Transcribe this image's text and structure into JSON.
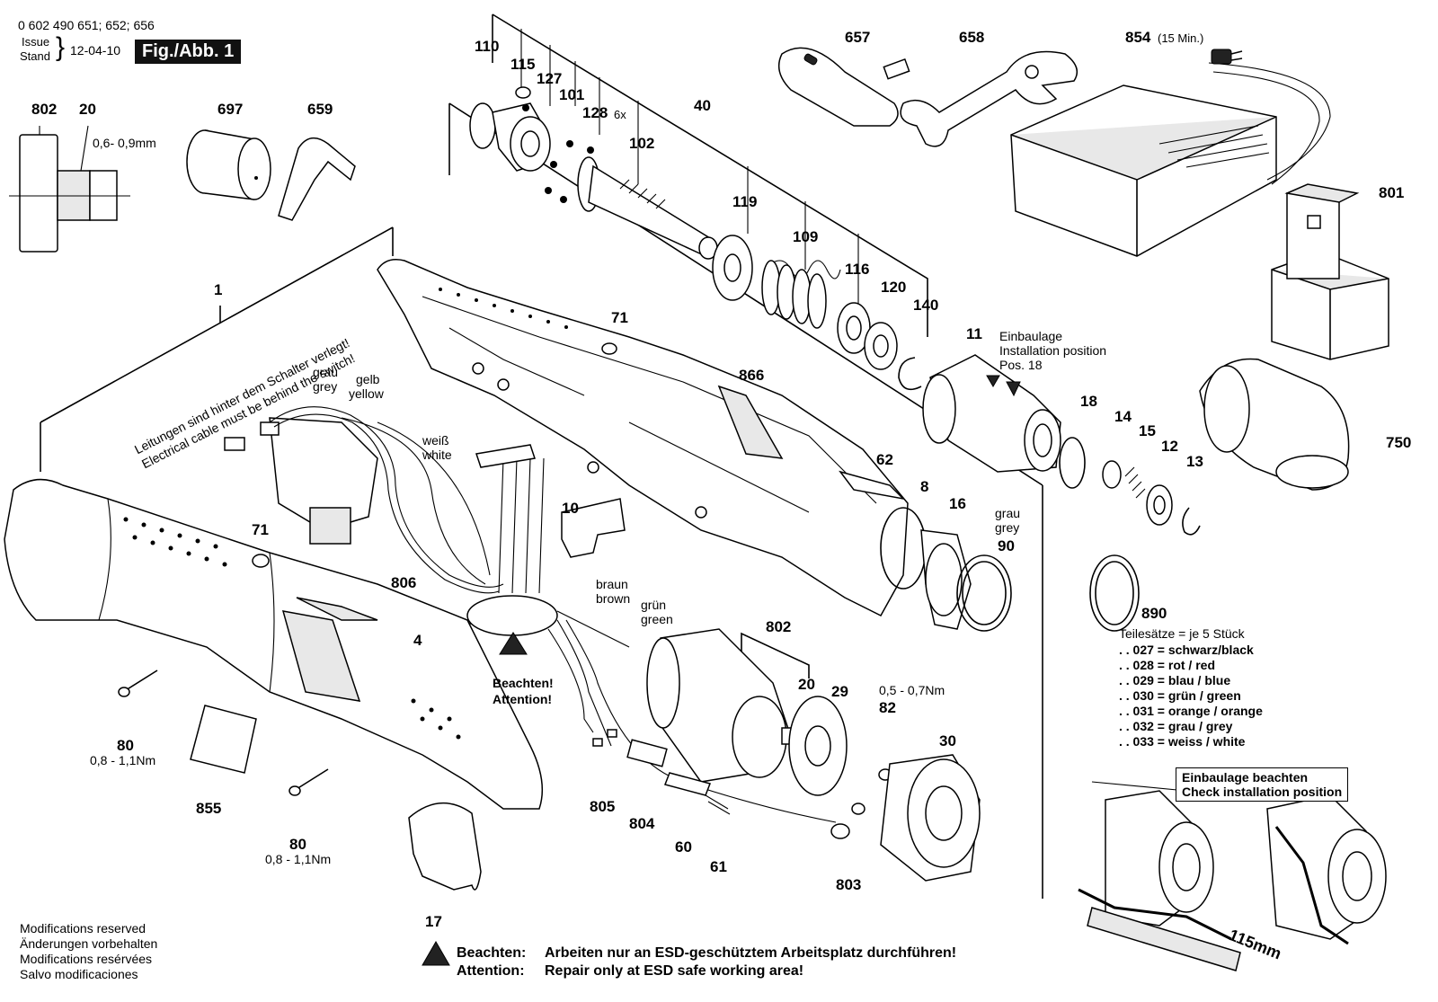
{
  "header": {
    "part_no": "0 602 490 651; 652; 656",
    "issue_label": "Issue",
    "stand_label": "Stand",
    "date": "12-04-10",
    "fig_label": "Fig./Abb. 1"
  },
  "labels": {
    "p802a": "802",
    "p20a": "20",
    "torque_20": "0,6- 0,9mm",
    "p697": "697",
    "p659": "659",
    "p110": "110",
    "p115": "115",
    "p127": "127",
    "p101": "101",
    "p128": "128",
    "p128_qty": "6x",
    "p102": "102",
    "p40": "40",
    "p657": "657",
    "p658": "658",
    "p854": "854",
    "p854_note": "(15 Min.)",
    "p801": "801",
    "p119": "119",
    "p109": "109",
    "p116": "116",
    "p120": "120",
    "p140": "140",
    "p11": "11",
    "p71a": "71",
    "p866": "866",
    "p1": "1",
    "p18": "18",
    "p14": "14",
    "p15": "15",
    "p12": "12",
    "p13": "13",
    "p750": "750",
    "p62": "62",
    "p8": "8",
    "p16": "16",
    "p90": "90",
    "p10": "10",
    "p71b": "71",
    "p806": "806",
    "p4": "4",
    "p802b": "802",
    "p20b": "20",
    "p29": "29",
    "p82": "82",
    "torque_82": "0,5 - 0,7Nm",
    "p30": "30",
    "p890": "890",
    "p80a": "80",
    "torque_80a": "0,8 - 1,1Nm",
    "p855": "855",
    "p80b": "80",
    "torque_80b": "0,8 - 1,1Nm",
    "p17": "17",
    "p805": "805",
    "p804": "804",
    "p60": "60",
    "p61": "61",
    "p803": "803",
    "length_115": "115mm"
  },
  "wire_colors": {
    "grau": "grau",
    "grey": "grey",
    "gelb": "gelb",
    "yellow": "yellow",
    "weiss": "weiß",
    "white": "white",
    "braun": "braun",
    "brown": "brown",
    "gruen": "grün",
    "green": "green",
    "grau2": "grau",
    "grey2": "grey"
  },
  "notes": {
    "cable_de": "Leitungen sind hinter dem Schalter verlegt!",
    "cable_en": "Electrical cable must be behind the switch!",
    "einbaulage": "Einbaulage",
    "installation_position": "Installation position",
    "pos18": "Pos. 18",
    "beachten": "Beachten!",
    "attention": "Attention!",
    "install_de": "Einbaulage beachten",
    "install_en": "Check installation position"
  },
  "kits": {
    "title": "Teilesätze = je 5 Stück",
    "items": [
      ". . 027 = schwarz/black",
      ". . 028 = rot / red",
      ". . 029 = blau / blue",
      ". . 030 = grün / green",
      ". . 031 = orange / orange",
      ". . 032 = grau / grey",
      ". . 033 = weiss / white"
    ]
  },
  "footer": {
    "modifications": [
      "Modifications reserved",
      "Änderungen vorbehalten",
      "Modifications resérvées",
      "Salvo modificaciones"
    ],
    "esd_de_label": "Beachten:",
    "esd_de_text": "Arbeiten nur an ESD-geschütztem Arbeitsplatz durchführen!",
    "esd_en_label": "Attention:",
    "esd_en_text": "Repair only at ESD safe working area!"
  }
}
